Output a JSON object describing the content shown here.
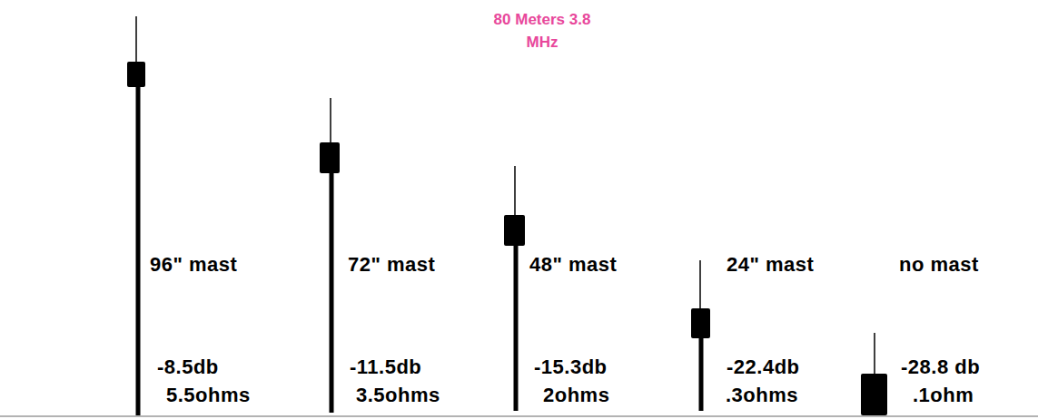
{
  "diagram": {
    "title": "80 Meters 3.8 MHz",
    "labels": [
      "96\" mast",
      "72\" mast",
      "48\" mast",
      "24\" mast",
      "no mast",
      "-8.5db",
      "5.5ohms",
      "-11.5db",
      "3.5ohms",
      "-15.3db",
      "2ohms",
      "-22.4db",
      ".3ohms",
      "-28.8 db",
      ".1ohm"
    ]
  }
}
